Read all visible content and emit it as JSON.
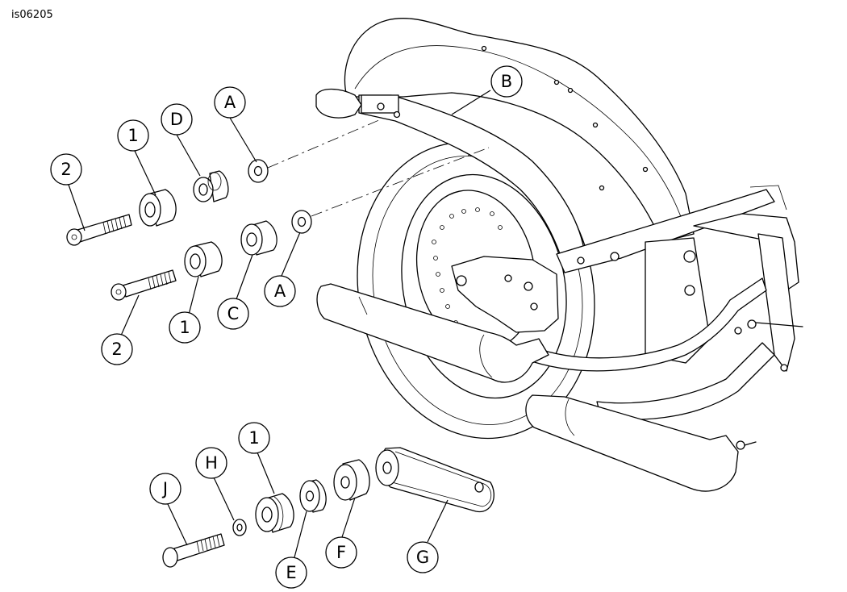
{
  "figure_id": "is06205",
  "callouts": {
    "A_upper": "A",
    "A_lower": "A",
    "B": "B",
    "C": "C",
    "D": "D",
    "E": "E",
    "F": "F",
    "G": "G",
    "H": "H",
    "J": "J",
    "one_top": "1",
    "one_mid": "1",
    "one_bottom": "1",
    "two_top": "2",
    "two_mid": "2"
  }
}
